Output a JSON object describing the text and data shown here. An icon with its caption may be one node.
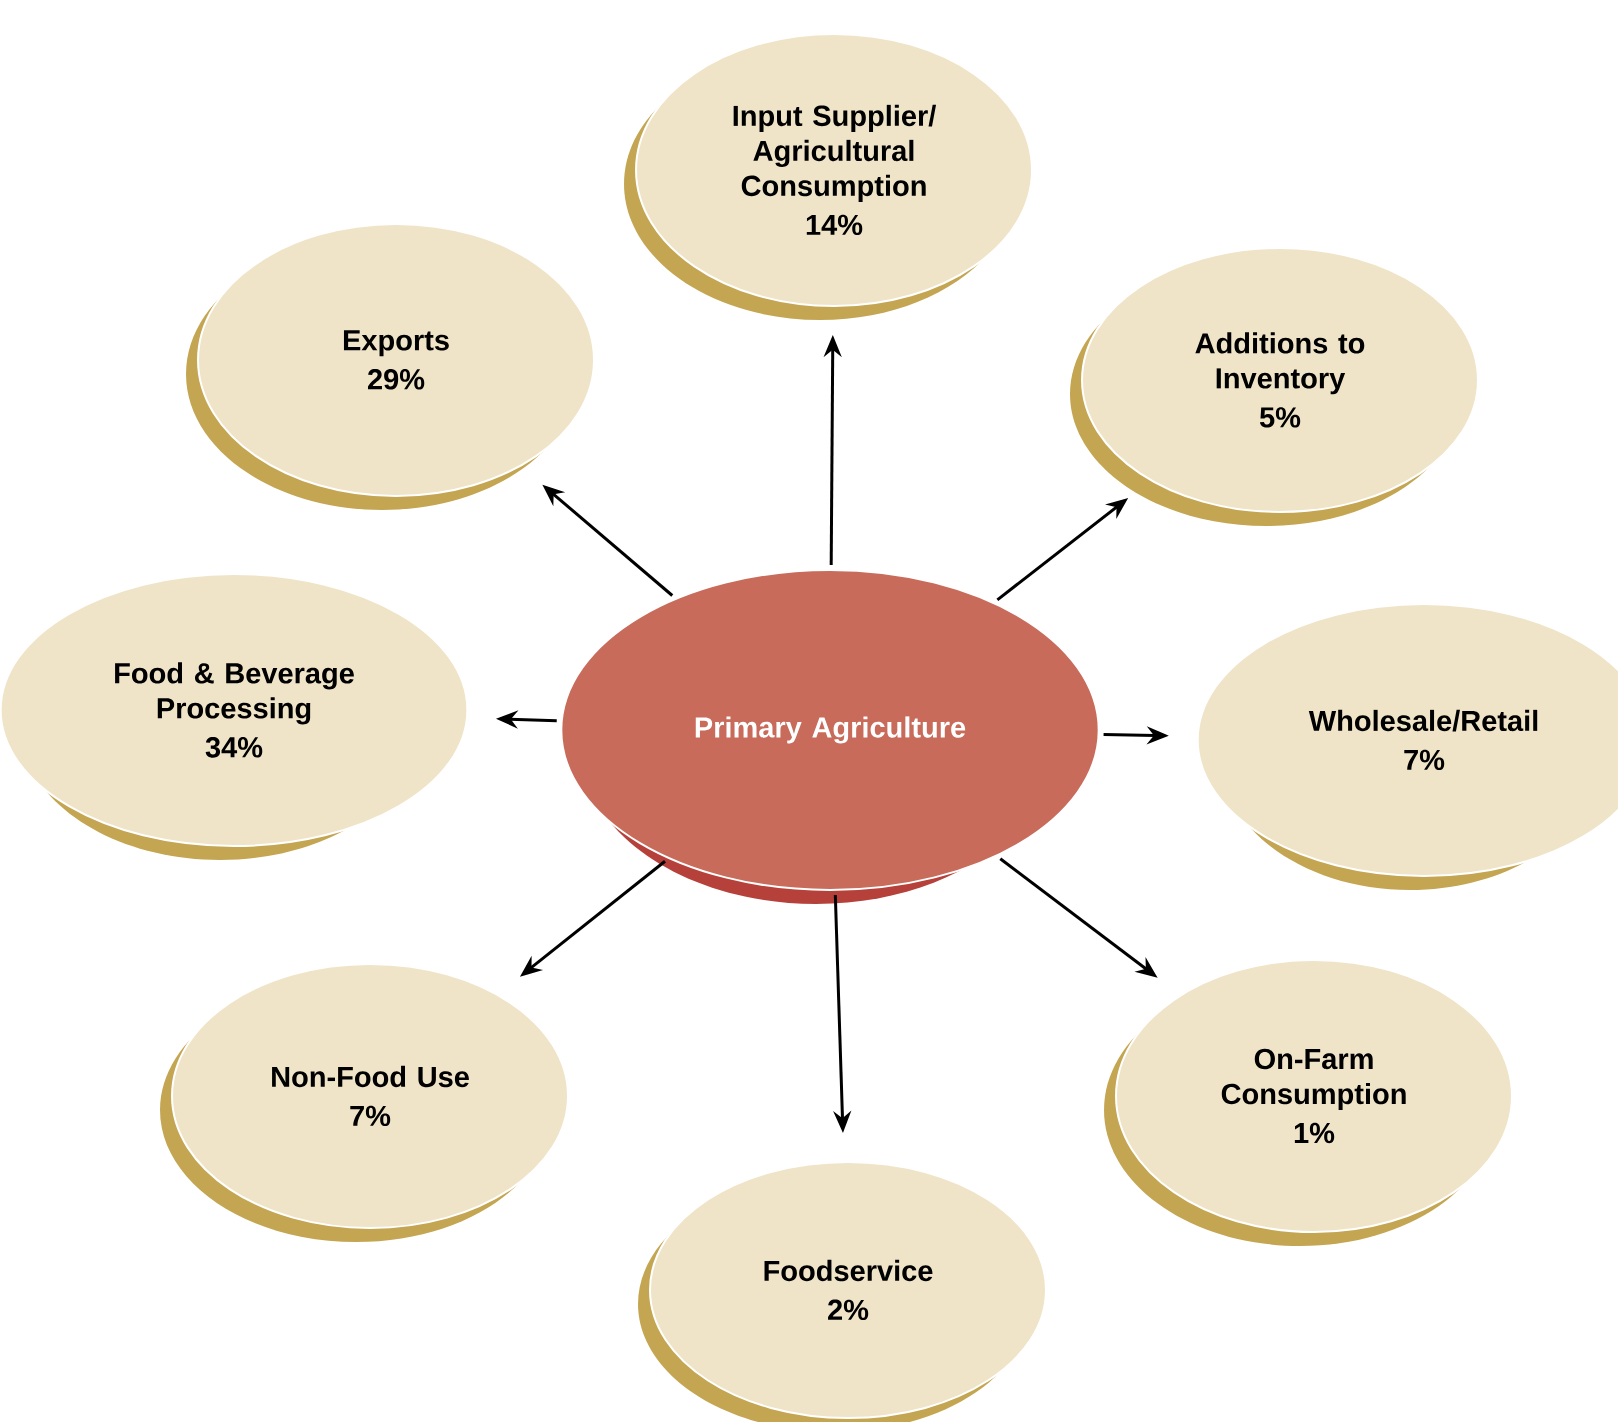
{
  "diagram": {
    "nodes": [
      {
        "text": [
          "Primary Agriculture"
        ]
      },
      {
        "text": [
          "Input Supplier/ Agricultural Consumption",
          "14%"
        ]
      },
      {
        "text": [
          "Additions to Inventory",
          "5%"
        ]
      },
      {
        "text": [
          "Wholesale/Retail",
          "7%"
        ]
      },
      {
        "text": [
          "On-Farm Consumption",
          "1%"
        ]
      },
      {
        "text": [
          "Foodservice",
          "2%"
        ]
      },
      {
        "text": [
          "Non-Food Use",
          "7%"
        ]
      },
      {
        "text": [
          "Food & Beverage Processing",
          "34%"
        ]
      },
      {
        "text": [
          "Exports",
          "29%"
        ]
      }
    ],
    "edges": [
      {
        "from": 0,
        "to": 1,
        "arrow": "to"
      },
      {
        "from": 0,
        "to": 2,
        "arrow": "to"
      },
      {
        "from": 0,
        "to": 3,
        "arrow": "to"
      },
      {
        "from": 0,
        "to": 4,
        "arrow": "to"
      },
      {
        "from": 0,
        "to": 5,
        "arrow": "to"
      },
      {
        "from": 0,
        "to": 6,
        "arrow": "to"
      },
      {
        "from": 0,
        "to": 7,
        "arrow": "to"
      },
      {
        "from": 0,
        "to": 8,
        "arrow": "to"
      }
    ]
  }
}
